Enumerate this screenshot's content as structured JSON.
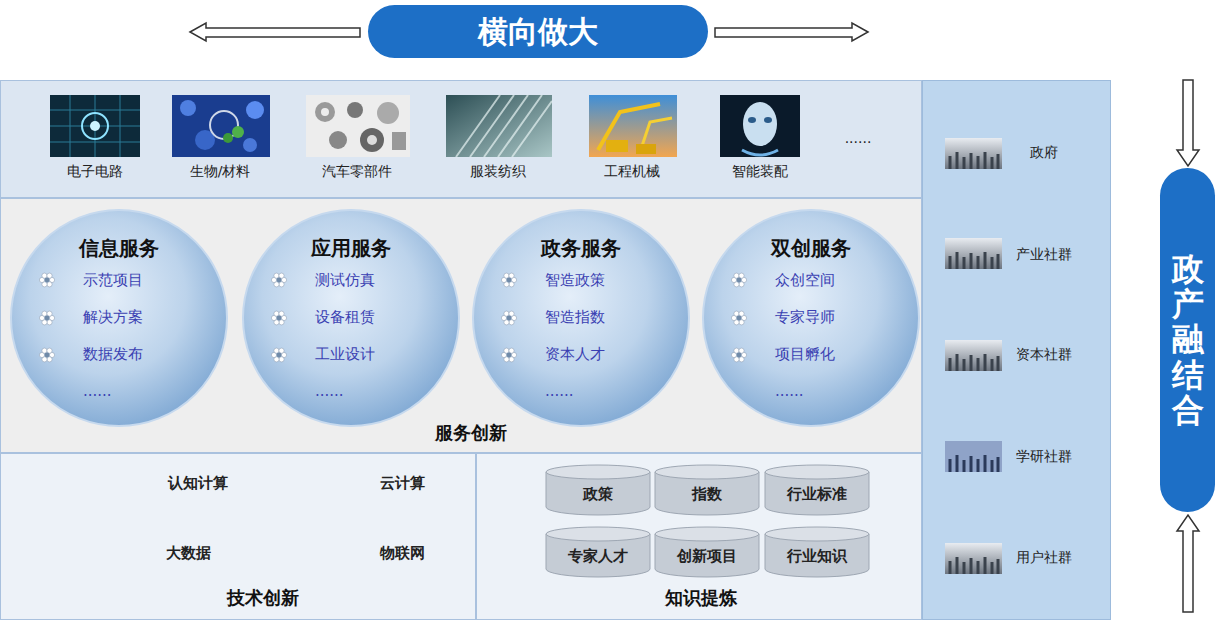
{
  "diagram": {
    "nodes": [
      {
        "text": [
          "横向做大"
        ]
      },
      {
        "text": [
          "服务创新"
        ]
      },
      {
        "text": [
          "信息服务",
          "示范项目",
          "解决方案",
          "数据发布",
          "......"
        ],
        "in": 1
      },
      {
        "text": [
          "应用服务",
          "测试仿真",
          "设备租赁",
          "工业设计",
          "......"
        ],
        "in": 1
      },
      {
        "text": [
          "政务服务",
          "智造政策",
          "智造指数",
          "资本人才",
          "......"
        ],
        "in": 1
      },
      {
        "text": [
          "双创服务",
          "众创空间",
          "专家导师",
          "项目孵化",
          "......"
        ],
        "in": 1
      },
      {
        "text": [
          "技术创新"
        ]
      },
      {
        "text": [
          "知识提炼"
        ]
      },
      {
        "text": [
          "政策"
        ],
        "in": 7
      },
      {
        "text": [
          "指数"
        ],
        "in": 7
      },
      {
        "text": [
          "行业标准"
        ],
        "in": 7
      },
      {
        "text": [
          "专家人才"
        ],
        "in": 7
      },
      {
        "text": [
          "创新项目"
        ],
        "in": 7
      },
      {
        "text": [
          "行业知识"
        ],
        "in": 7
      },
      {
        "text": [
          "政产融结合"
        ]
      }
    ],
    "labels": [
      "电子电路",
      "生物/材料",
      "汽车零部件",
      "服装纺织",
      "工程机械",
      "智能装配",
      "......",
      "认知计算",
      "云计算",
      "大数据",
      "物联网",
      "政府",
      "产业社群",
      "资本社群",
      "学研社群",
      "用户社群"
    ]
  }
}
